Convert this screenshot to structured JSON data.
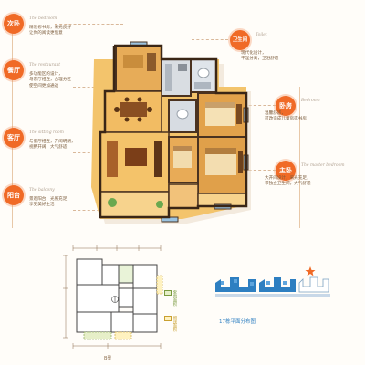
{
  "callouts": {
    "bedroom2": {
      "title": "次卧",
      "en": "The bedroom",
      "lines": "精装修书房，采光良好\n让你的阅读更惬意"
    },
    "restaurant": {
      "title": "餐厅",
      "en": "The restaurant",
      "lines": "多功能区的设计，\n与客厅相连，合理分区\n使空间更加通透"
    },
    "living": {
      "title": "客厅",
      "en": "The sitting room",
      "lines": "与餐厅相连，开阔明朗，\n视野开阔，大气舒适"
    },
    "balcony": {
      "title": "阳台",
      "en": "The balcony",
      "lines": "景观阳台，光照充足，\n享受美好生活"
    },
    "toilet": {
      "title": "卫生间",
      "en": "Toilet",
      "lines": "现代化设计，\n干湿分离，卫浴舒适"
    },
    "bedroom": {
      "title": "卧房",
      "en": "Bedroom",
      "lines": "温馨舒适，\n可改造成儿童房或书房"
    },
    "master": {
      "title": "主卧",
      "en": "The master bedroom",
      "lines": "大开间设计，采光充足，\n带独立卫生间，大气舒适"
    }
  },
  "plan": {
    "label_b": "B型",
    "legend": [
      "套内面积",
      "赠送面积"
    ]
  },
  "location": {
    "caption": "17栋平面分布图"
  },
  "colors": {
    "accent": "#f06a26",
    "wall": "#4a3220",
    "floor": "#f4c36a",
    "wood": "#e2a24b",
    "tile": "#d8dde4"
  }
}
